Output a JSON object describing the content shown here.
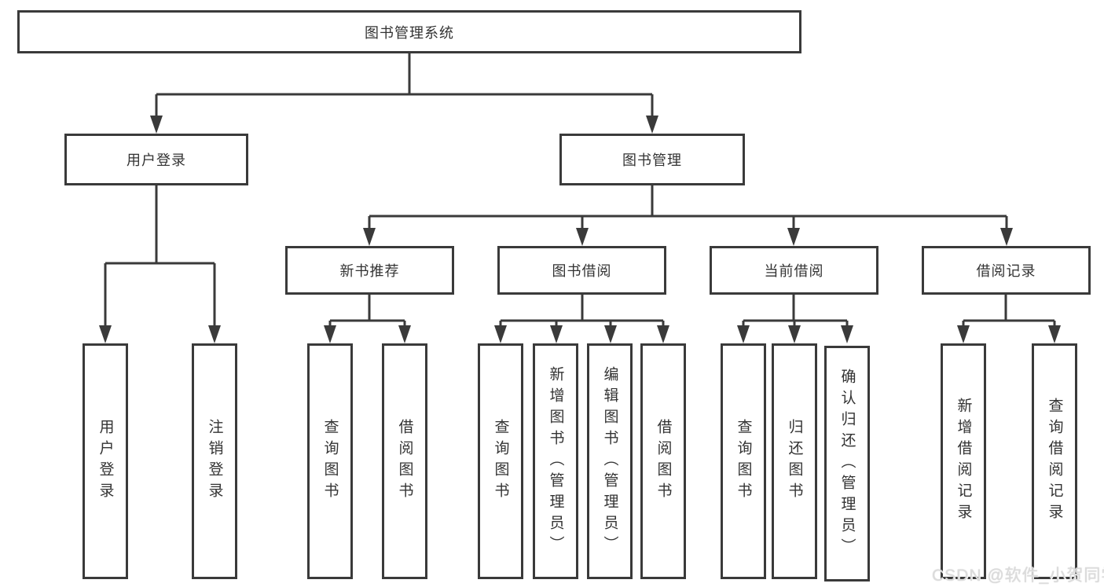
{
  "diagram": {
    "root": {
      "label": "图书管理系统"
    },
    "level2": [
      {
        "label": "用户登录"
      },
      {
        "label": "图书管理"
      }
    ],
    "level3": [
      {
        "label": "新书推荐"
      },
      {
        "label": "图书借阅"
      },
      {
        "label": "当前借阅"
      },
      {
        "label": "借阅记录"
      }
    ],
    "leaves": {
      "user_login": [
        "用户登录",
        "注销登录"
      ],
      "new_books": [
        "查询图书",
        "借阅图书"
      ],
      "book_borrow": [
        "查询图书",
        "新增图书（管理员）",
        "编辑图书（管理员）",
        "借阅图书"
      ],
      "current_borrow": [
        "查询图书",
        "归还图书",
        "确认归还（管理员）"
      ],
      "borrow_records": [
        "新增借阅记录",
        "查询借阅记录"
      ]
    },
    "colors": {
      "line": "#3a3a3a",
      "text": "#333333",
      "background": "#ffffff"
    }
  },
  "watermark": {
    "text": "CSDN @软件_小贺同学"
  }
}
